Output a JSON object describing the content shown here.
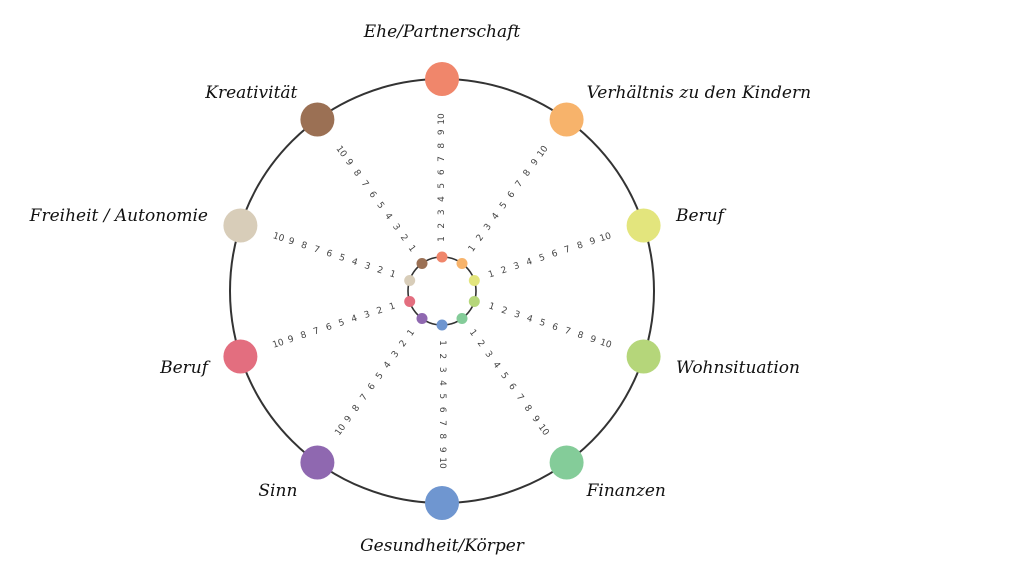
{
  "scale": [
    "1",
    "2",
    "3",
    "4",
    "5",
    "6",
    "7",
    "8",
    "9",
    "10"
  ],
  "areas": [
    {
      "label": "Ehe/Partnerschaft",
      "color": "#f0866b"
    },
    {
      "label": "Verhältnis zu den Kindern",
      "color": "#f7b36b"
    },
    {
      "label": "Beruf",
      "color": "#e3e57d"
    },
    {
      "label": "Wohnsituation",
      "color": "#b5d67a"
    },
    {
      "label": "Finanzen",
      "color": "#84cc99"
    },
    {
      "label": "Gesundheit/Körper",
      "color": "#6f96d0"
    },
    {
      "label": "Sinn",
      "color": "#8f68b0"
    },
    {
      "label": "Beruf",
      "color": "#e36e7f"
    },
    {
      "label": "Freiheit / Autonomie",
      "color": "#d8cdb9"
    },
    {
      "label": "Kreativität",
      "color": "#9b7054"
    }
  ]
}
